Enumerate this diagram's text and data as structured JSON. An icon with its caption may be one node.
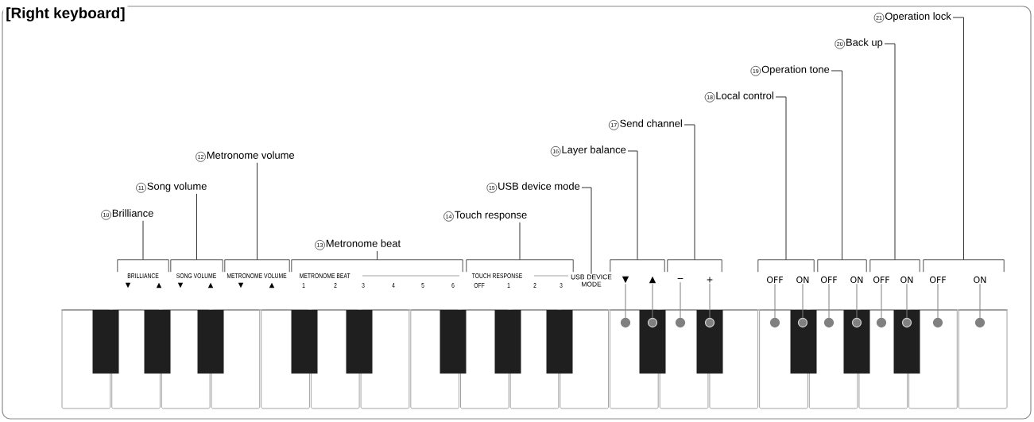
{
  "diagram": {
    "title": "[Right keyboard]",
    "nodes": [
      {
        "text": [
          "10",
          "Brilliance"
        ]
      },
      {
        "text": [
          "11",
          "Song volume"
        ]
      },
      {
        "text": [
          "12",
          "Metronome volume"
        ]
      },
      {
        "text": [
          "13",
          "Metronome beat"
        ]
      },
      {
        "text": [
          "14",
          "Touch response"
        ]
      },
      {
        "text": [
          "15",
          "USB device mode"
        ]
      },
      {
        "text": [
          "16",
          "Layer balance"
        ]
      },
      {
        "text": [
          "17",
          "Send channel"
        ]
      },
      {
        "text": [
          "18",
          "Local control"
        ]
      },
      {
        "text": [
          "19",
          "Operation tone"
        ]
      },
      {
        "text": [
          "20",
          "Back up"
        ]
      },
      {
        "text": [
          "21",
          "Operation lock"
        ]
      },
      {
        "text": [],
        "shape": "bracket"
      },
      {
        "text": [],
        "shape": "bracket"
      },
      {
        "text": [],
        "shape": "bracket"
      },
      {
        "text": [],
        "shape": "bracket"
      },
      {
        "text": [],
        "shape": "bracket"
      },
      {
        "text": [
          "USB DEVICE MODE"
        ]
      },
      {
        "text": [],
        "shape": "bracket"
      },
      {
        "text": [],
        "shape": "bracket"
      },
      {
        "text": [],
        "shape": "bracket"
      },
      {
        "text": [],
        "shape": "bracket"
      },
      {
        "text": [],
        "shape": "bracket"
      },
      {
        "text": [],
        "shape": "bracket"
      },
      {
        "text": [
          "▼"
        ]
      },
      {
        "text": [
          "▲"
        ]
      },
      {
        "text": [
          "−"
        ]
      },
      {
        "text": [
          "+"
        ]
      },
      {
        "text": [
          "OFF"
        ]
      },
      {
        "text": [
          "ON"
        ]
      },
      {
        "text": [
          "OFF"
        ]
      },
      {
        "text": [
          "ON"
        ]
      },
      {
        "text": [
          "OFF"
        ]
      },
      {
        "text": [
          "ON"
        ]
      },
      {
        "text": [
          "OFF"
        ]
      },
      {
        "text": [
          "ON"
        ]
      },
      {
        "text": [],
        "shape": "circle"
      },
      {
        "text": [],
        "shape": "circle"
      },
      {
        "text": [],
        "shape": "circle"
      },
      {
        "text": [],
        "shape": "circle"
      },
      {
        "text": [],
        "shape": "circle"
      },
      {
        "text": [],
        "shape": "circle"
      },
      {
        "text": [],
        "shape": "circle"
      },
      {
        "text": [],
        "shape": "circle"
      },
      {
        "text": [],
        "shape": "circle"
      },
      {
        "text": [],
        "shape": "circle"
      },
      {
        "text": [],
        "shape": "circle"
      },
      {
        "text": [],
        "shape": "circle"
      }
    ],
    "edges": [
      {
        "from": 0,
        "to": 12,
        "arrow": "none"
      },
      {
        "from": 1,
        "to": 13,
        "arrow": "none"
      },
      {
        "from": 2,
        "to": 14,
        "arrow": "none"
      },
      {
        "from": 3,
        "to": 15,
        "arrow": "none"
      },
      {
        "from": 4,
        "to": 16,
        "arrow": "none"
      },
      {
        "from": 5,
        "to": 17,
        "arrow": "none"
      },
      {
        "from": 6,
        "to": 18,
        "arrow": "none"
      },
      {
        "from": 7,
        "to": 19,
        "arrow": "none"
      },
      {
        "from": 8,
        "to": 20,
        "arrow": "none"
      },
      {
        "from": 9,
        "to": 21,
        "arrow": "none"
      },
      {
        "from": 10,
        "to": 22,
        "arrow": "none"
      },
      {
        "from": 11,
        "to": 23,
        "arrow": "none"
      },
      {
        "from": 24,
        "to": 36,
        "arrow": "none",
        "color": "#808080"
      },
      {
        "from": 25,
        "to": 37,
        "arrow": "none",
        "color": "#808080"
      },
      {
        "from": 26,
        "to": 38,
        "arrow": "none",
        "color": "#808080"
      },
      {
        "from": 27,
        "to": 39,
        "arrow": "none",
        "color": "#808080"
      },
      {
        "from": 28,
        "to": 40,
        "arrow": "none",
        "color": "#808080"
      },
      {
        "from": 29,
        "to": 41,
        "arrow": "none",
        "color": "#808080"
      },
      {
        "from": 30,
        "to": 42,
        "arrow": "none",
        "color": "#808080"
      },
      {
        "from": 31,
        "to": 43,
        "arrow": "none",
        "color": "#808080"
      },
      {
        "from": 32,
        "to": 44,
        "arrow": "none",
        "color": "#808080"
      },
      {
        "from": 33,
        "to": 45,
        "arrow": "none",
        "color": "#808080"
      },
      {
        "from": 34,
        "to": 46,
        "arrow": "none",
        "color": "#808080"
      },
      {
        "from": 35,
        "to": 47,
        "arrow": "none",
        "color": "#808080"
      }
    ],
    "labels": [
      "BRILLIANCE",
      "▼",
      "▲",
      "SONG VOLUME",
      "▼",
      "▲",
      "METRONOME VOLUME",
      "▼",
      "▲",
      "METRONOME BEAT",
      "1",
      "2",
      "3",
      "4",
      "5",
      "6",
      "TOUCH RESPONSE",
      "OFF",
      "1",
      "2",
      "3"
    ]
  }
}
